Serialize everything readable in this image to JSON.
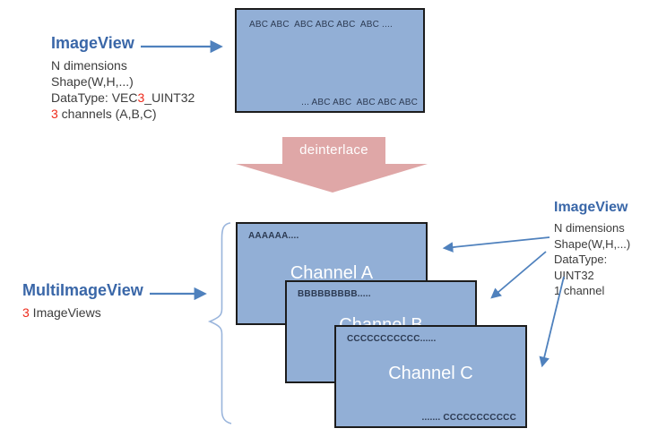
{
  "colors": {
    "box_fill": "#92afd6",
    "box_border": "#1c1c1c",
    "heading_blue": "#3a67a8",
    "body_text": "#3c3c3c",
    "red": "#ee2a1b",
    "arrow": "#4f81bd",
    "brace": "#9ab5dc",
    "pink": "#dfa7a7",
    "box_text": "#2c3a52",
    "channel_label": "#ffffff"
  },
  "source_view": {
    "title": "ImageView",
    "dims": "N dimensions",
    "shape": "Shape(W,H,...)",
    "datatype_pre": "DataType: VEC",
    "datatype_red": "3",
    "datatype_post": "_UINT32",
    "channels_red": "3",
    "channels_post": " channels (A,B,C)"
  },
  "source_box": {
    "top_text": "ABC ABC  ABC ABC ABC  ABC ....",
    "bottom_text": "... ABC ABC  ABC ABC ABC"
  },
  "deinterlace": {
    "label": "deinterlace"
  },
  "multi_view": {
    "title": "MultiImageView",
    "count_red": "3",
    "count_post": " ImageViews"
  },
  "channels": [
    {
      "label": "Channel A",
      "corner": "AAAAAA...."
    },
    {
      "label": "Channel B",
      "corner": "BBBBBBBBB....."
    },
    {
      "label": "Channel C",
      "corner": "CCCCCCCCCCC......",
      "bottom": "....... CCCCCCCCCCC"
    }
  ],
  "result_view": {
    "title": "ImageView",
    "lines": [
      "N dimensions",
      "Shape(W,H,...)",
      "DataType: UINT32",
      "1 channel"
    ]
  }
}
